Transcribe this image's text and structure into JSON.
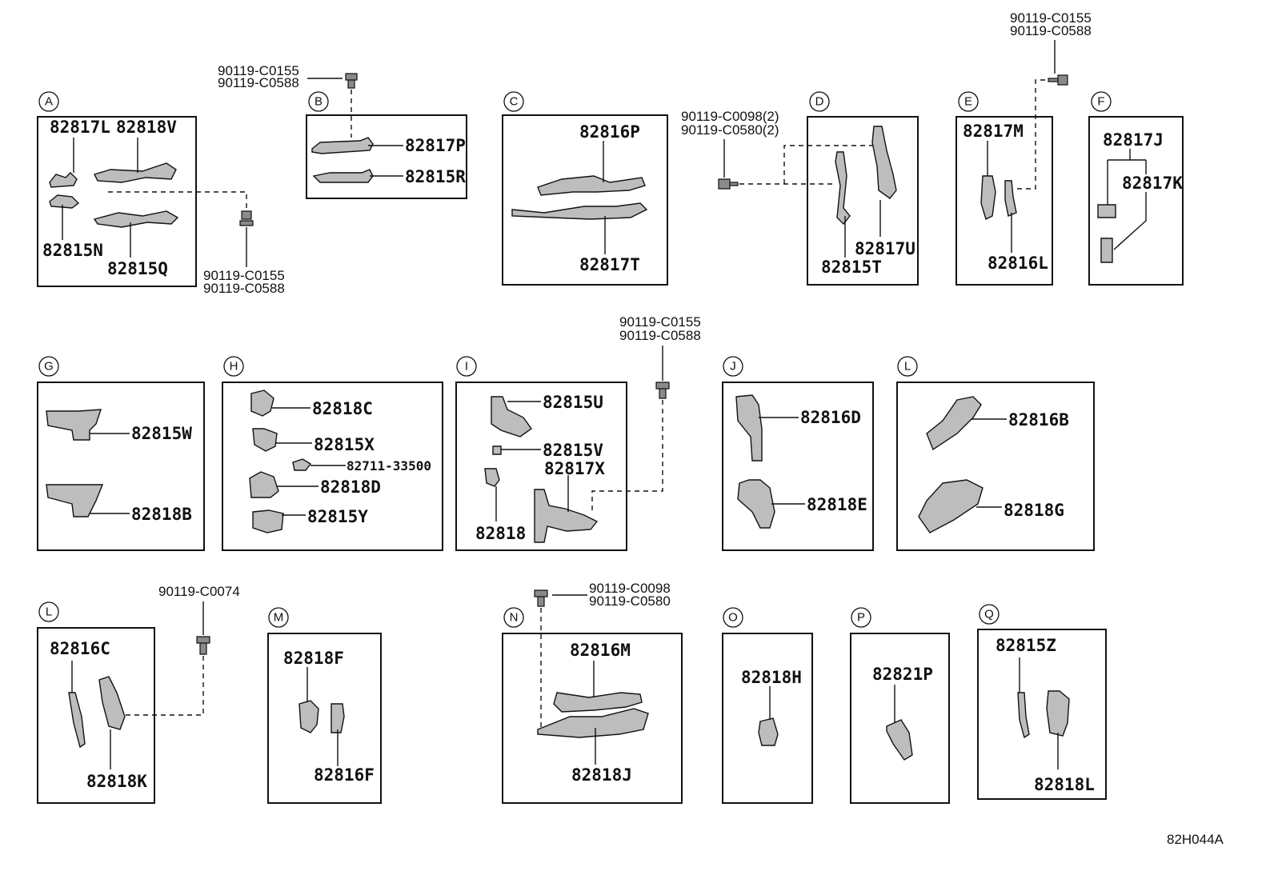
{
  "sections": {
    "A": {
      "letter": "A",
      "parts": [
        "82817L",
        "82818V",
        "82815N",
        "82815Q"
      ],
      "bolts": [
        "90119-C0155",
        "90119-C0588"
      ]
    },
    "B": {
      "letter": "B",
      "parts": [
        "82817P",
        "82815R"
      ],
      "bolts": [
        "90119-C0155",
        "90119-C0588"
      ]
    },
    "C": {
      "letter": "C",
      "parts": [
        "82816P",
        "82817T"
      ]
    },
    "D": {
      "letter": "D",
      "parts": [
        "82817U",
        "82815T"
      ],
      "bolts": [
        "90119-C0098(2)",
        "90119-C0580(2)"
      ]
    },
    "E": {
      "letter": "E",
      "parts": [
        "82817M",
        "82816L"
      ],
      "bolts": [
        "90119-C0155",
        "90119-C0588"
      ]
    },
    "F": {
      "letter": "F",
      "parts": [
        "82817J",
        "82817K"
      ]
    },
    "G": {
      "letter": "G",
      "parts": [
        "82815W",
        "82818B"
      ]
    },
    "H": {
      "letter": "H",
      "parts": [
        "82818C",
        "82815X",
        "82711-33500",
        "82818D",
        "82815Y"
      ]
    },
    "I": {
      "letter": "I",
      "parts": [
        "82815U",
        "82815V",
        "82817X",
        "82818"
      ],
      "bolts": [
        "90119-C0155",
        "90119-C0588"
      ]
    },
    "J": {
      "letter": "J",
      "parts": [
        "82816D",
        "82818E"
      ]
    },
    "L1": {
      "letter": "L",
      "parts": [
        "82816B",
        "82818G"
      ]
    },
    "L2": {
      "letter": "L",
      "parts": [
        "82816C",
        "82818K"
      ],
      "bolts": [
        "90119-C0074"
      ]
    },
    "M": {
      "letter": "M",
      "parts": [
        "82818F",
        "82816F"
      ]
    },
    "N": {
      "letter": "N",
      "parts": [
        "82816M",
        "82818J"
      ],
      "bolts": [
        "90119-C0098",
        "90119-C0580"
      ]
    },
    "O": {
      "letter": "O",
      "parts": [
        "82818H"
      ]
    },
    "P": {
      "letter": "P",
      "parts": [
        "82821P"
      ]
    },
    "Q": {
      "letter": "Q",
      "parts": [
        "82815Z",
        "82818L"
      ]
    }
  },
  "diagram_code": "82H044A"
}
